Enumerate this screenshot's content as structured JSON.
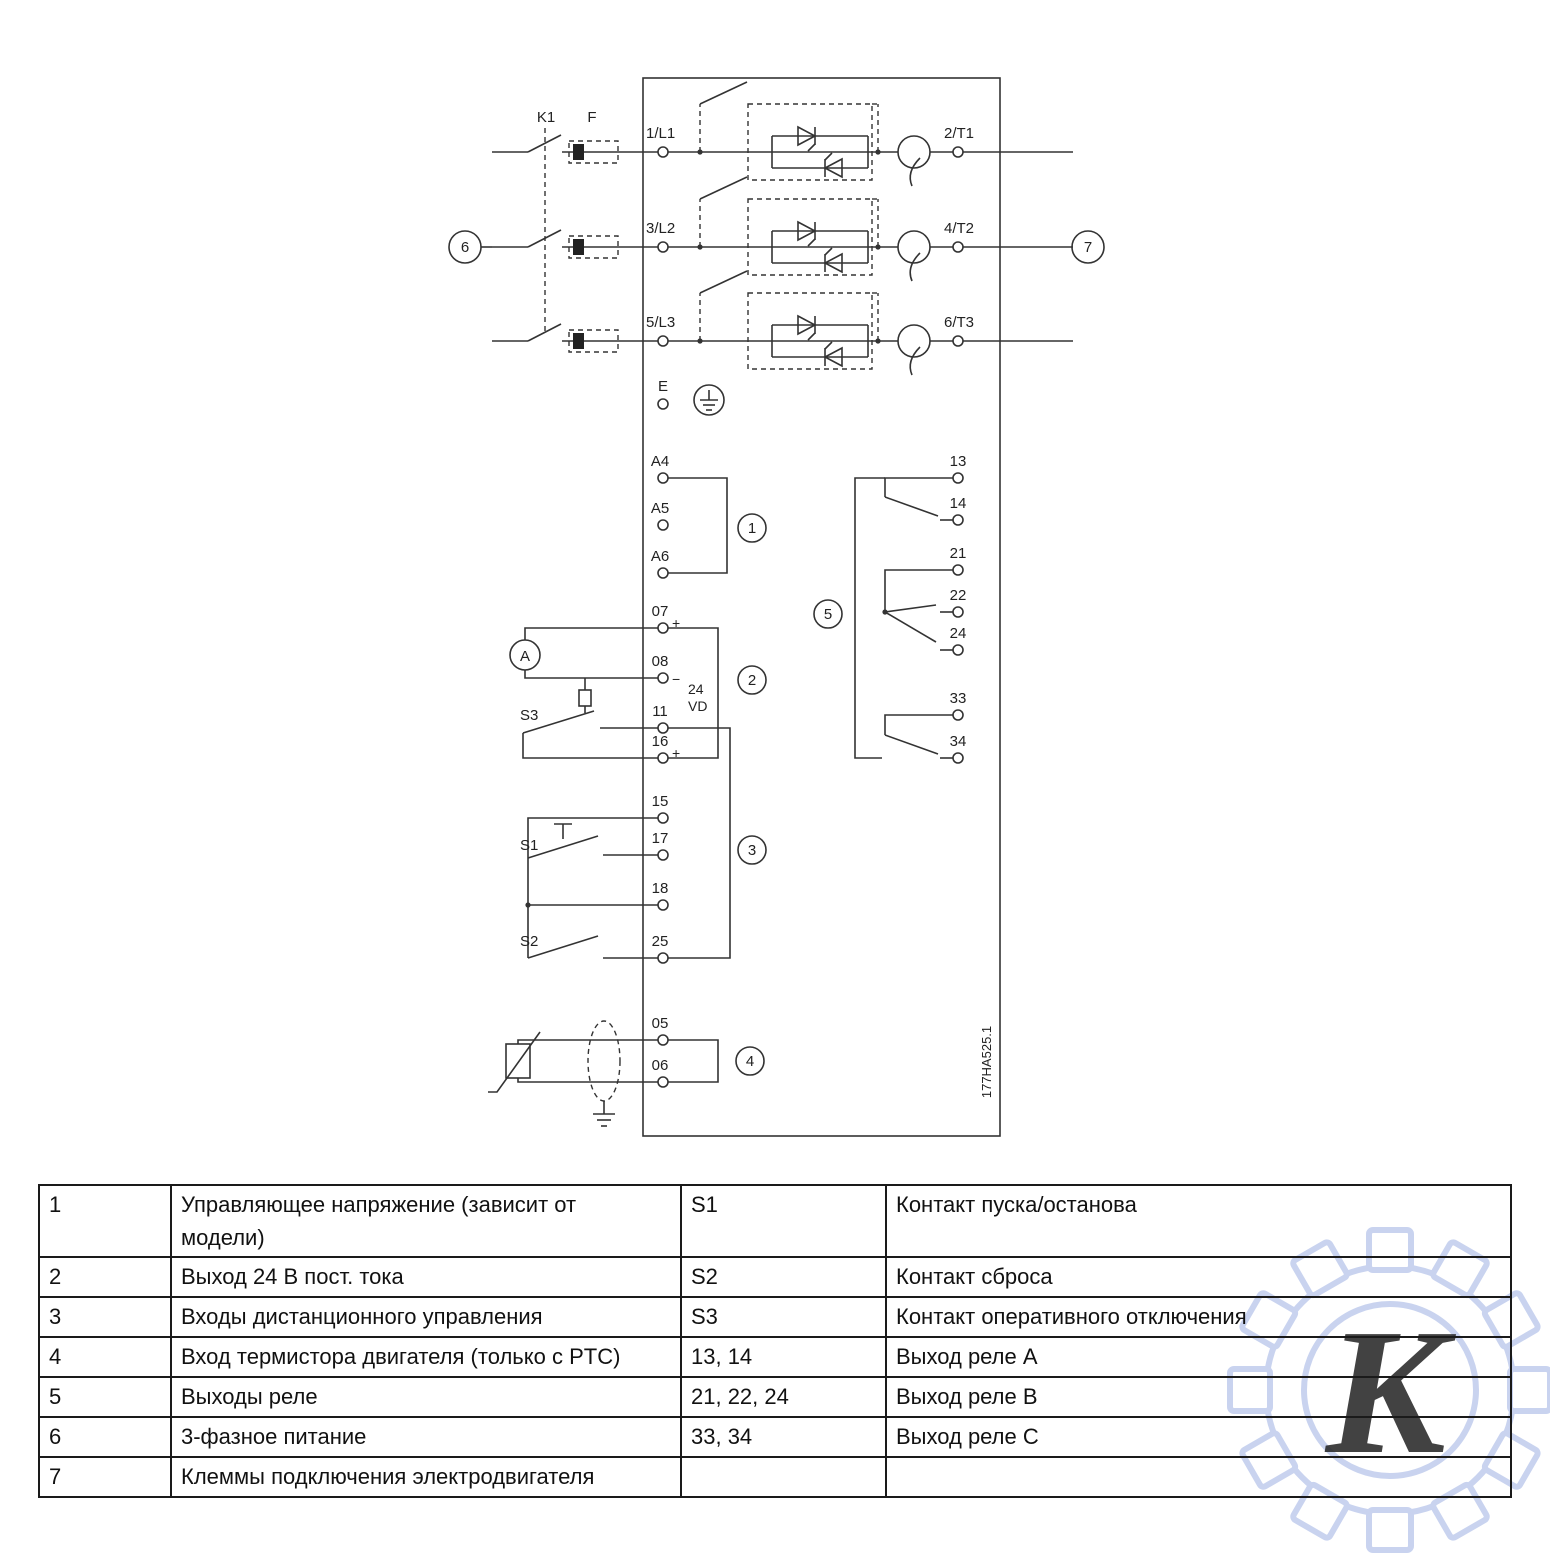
{
  "diagram": {
    "enclosure_code": "177HA525.1",
    "k1": "K1",
    "f": "F",
    "phase_in": [
      "1/L1",
      "3/L2",
      "5/L3"
    ],
    "phase_out": [
      "2/T1",
      "4/T2",
      "6/T3"
    ],
    "earth": "E",
    "analog_terms": [
      "A4",
      "A5",
      "A6"
    ],
    "t07": "07",
    "t08": "08",
    "t11": "11",
    "t15": "15",
    "t16": "16",
    "t17": "17",
    "t18": "18",
    "t25": "25",
    "t05": "05",
    "t06": "06",
    "plus": "+",
    "minus": "−",
    "dc_line1": "24",
    "dc_line2": "VD",
    "s1": "S1",
    "s2": "S2",
    "s3": "S3",
    "ammeter": "A",
    "relay_terms": [
      "13",
      "14",
      "21",
      "22",
      "24",
      "33",
      "34"
    ],
    "callouts": [
      "1",
      "2",
      "3",
      "4",
      "5",
      "6",
      "7"
    ],
    "colors": {
      "line": "#333333"
    }
  },
  "legend": {
    "rows": [
      {
        "num": "1",
        "desc": "Управляющее напряжение (зависит от модели)",
        "code": "S1",
        "desc2": "Контакт пуска/останова"
      },
      {
        "num": "2",
        "desc": "Выход 24 В пост. тока",
        "code": "S2",
        "desc2": "Контакт сброса"
      },
      {
        "num": "3",
        "desc": "Входы дистанционного управления",
        "code": "S3",
        "desc2": "Контакт оперативного отключения"
      },
      {
        "num": "4",
        "desc": "Вход термистора двигателя (только с PTC)",
        "code": "13, 14",
        "desc2": "Выход реле A"
      },
      {
        "num": "5",
        "desc": "Выходы реле",
        "code": "21, 22, 24",
        "desc2": "Выход реле B"
      },
      {
        "num": "6",
        "desc": "3-фазное питание",
        "code": "33, 34",
        "desc2": "Выход реле C"
      },
      {
        "num": "7",
        "desc": "Клеммы подключения электродвигателя",
        "code": "",
        "desc2": ""
      }
    ]
  },
  "watermark": {
    "letter": "K",
    "gear_color": "#bcc9ec",
    "letter_color": "#a9bce9"
  }
}
